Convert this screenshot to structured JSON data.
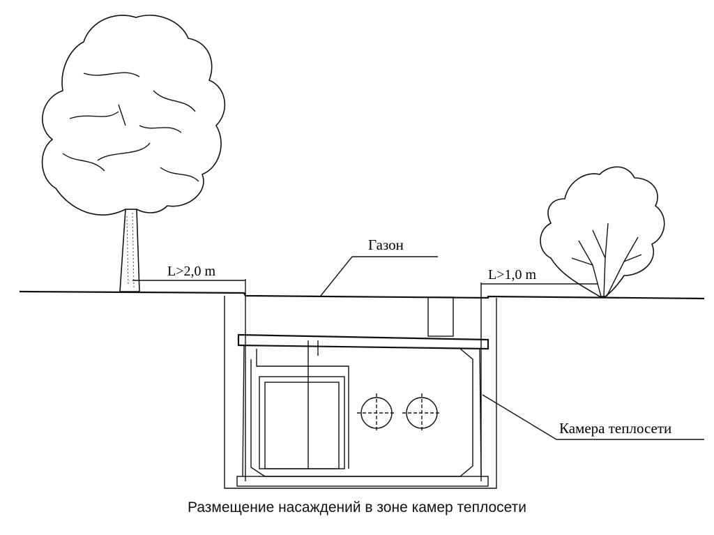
{
  "labels": {
    "lawn": "Газон",
    "tree_distance": "L>2,0 m",
    "shrub_distance": "L>1,0 m",
    "chamber": "Камера теплосети"
  },
  "caption": "Размещение насаждений в зоне камер теплосети",
  "icons": [
    "tree-icon",
    "shrub-icon",
    "pipe-icon"
  ]
}
